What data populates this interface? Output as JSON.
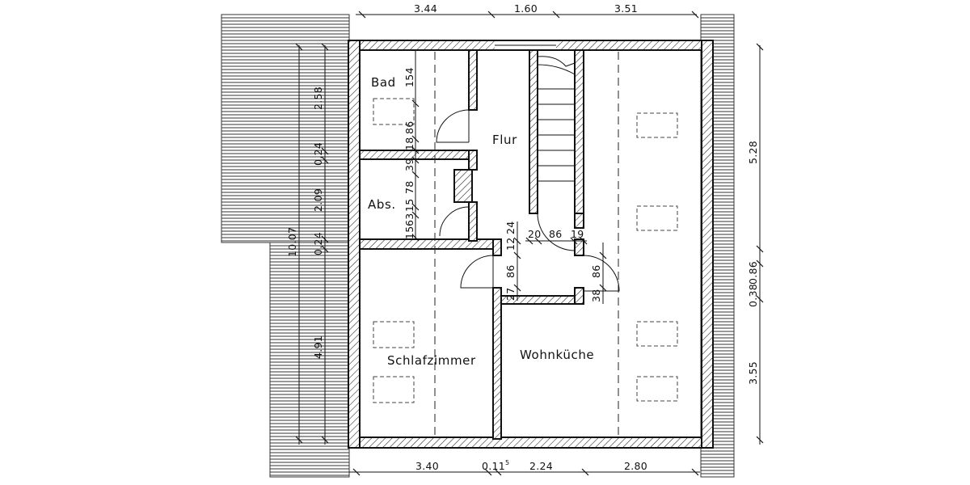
{
  "rooms": {
    "bad": "Bad",
    "flur": "Flur",
    "abs": "Abs.",
    "schlafzimmer": "Schlafzimmer",
    "wohnkueche": "Wohnküche"
  },
  "dims": {
    "top_left": "3.44",
    "top_mid": "1.60",
    "top_right": "3.51",
    "bottom_left": "3.40",
    "bottom_011": "0.11",
    "bottom_011_sup": "5",
    "bottom_mid": "2.24",
    "bottom_right": "2.80",
    "left_total": "10.07",
    "left_258": "2.58",
    "left_024a": "0.24",
    "left_209": "2.09",
    "left_024b": "0.24",
    "left_491": "4.91",
    "right_528": "5.28",
    "right_038": "0.38",
    "right_086": "0.86",
    "right_355": "3.55",
    "bad_154": "154",
    "bad_86": "86",
    "bad_18": "18",
    "abs_39": "39",
    "abs_78": "78",
    "abs_15a": "15",
    "abs_63": "63",
    "abs_15b": "15",
    "flur_12": "12",
    "flur_24": "24",
    "stair_20": "20",
    "stair_86": "86",
    "stair_19": "19",
    "door_86a": "86",
    "door_27": "27",
    "door_86b": "86",
    "door_38": "38"
  }
}
